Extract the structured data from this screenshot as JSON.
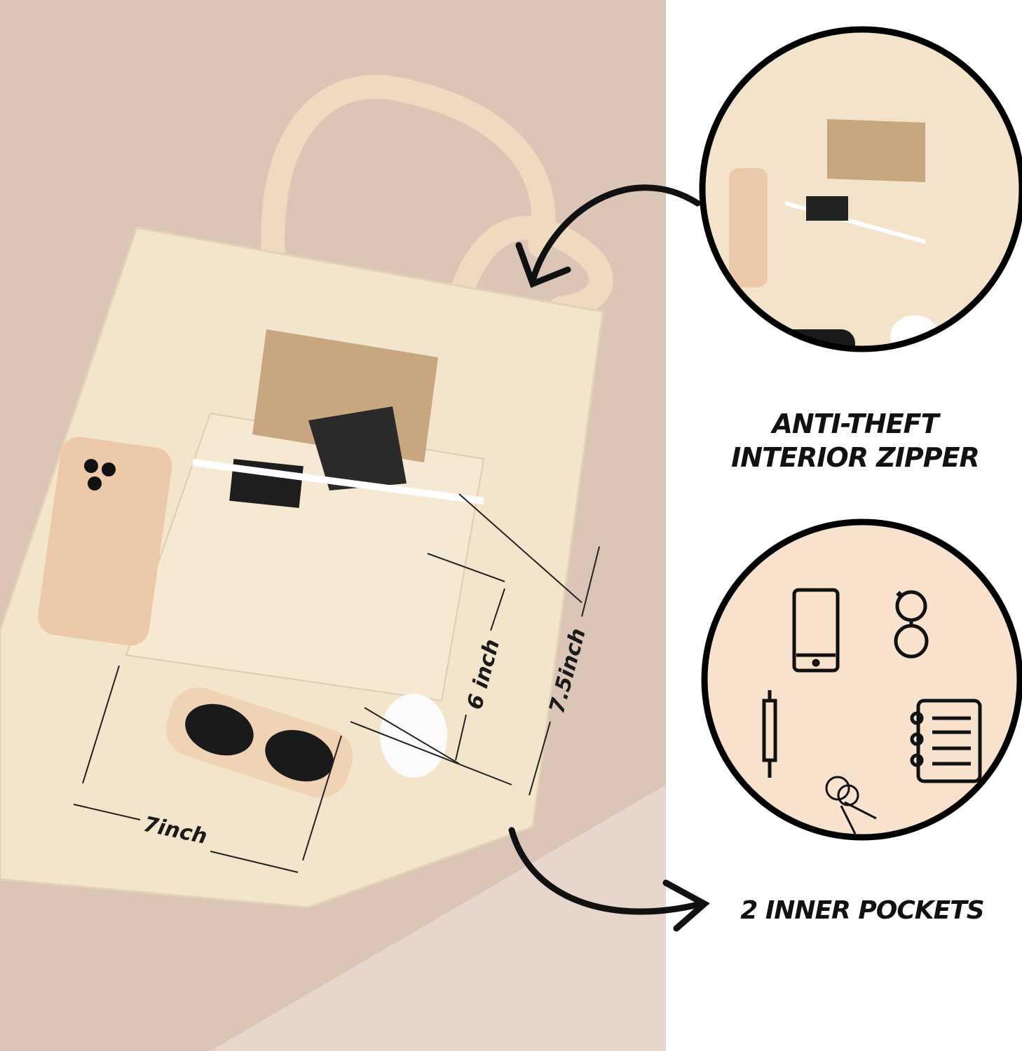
{
  "features": {
    "zipper_line1": "ANTI-THEFT",
    "zipper_line2": "INTERIOR ZIPPER",
    "pockets": "2 INNER POCKETS"
  },
  "dimensions": {
    "width": "7inch",
    "pocket_height": "6 inch",
    "height": "7.5inch"
  },
  "pocket_icons": [
    "phone-icon",
    "glasses-icon",
    "pen-icon",
    "notebook-icon",
    "keys-icon"
  ],
  "colors": {
    "backdrop": "#dbc5b7",
    "canvas": "#f3e4cc",
    "circle_fill": "#f8e2cd",
    "ink": "#111111"
  }
}
